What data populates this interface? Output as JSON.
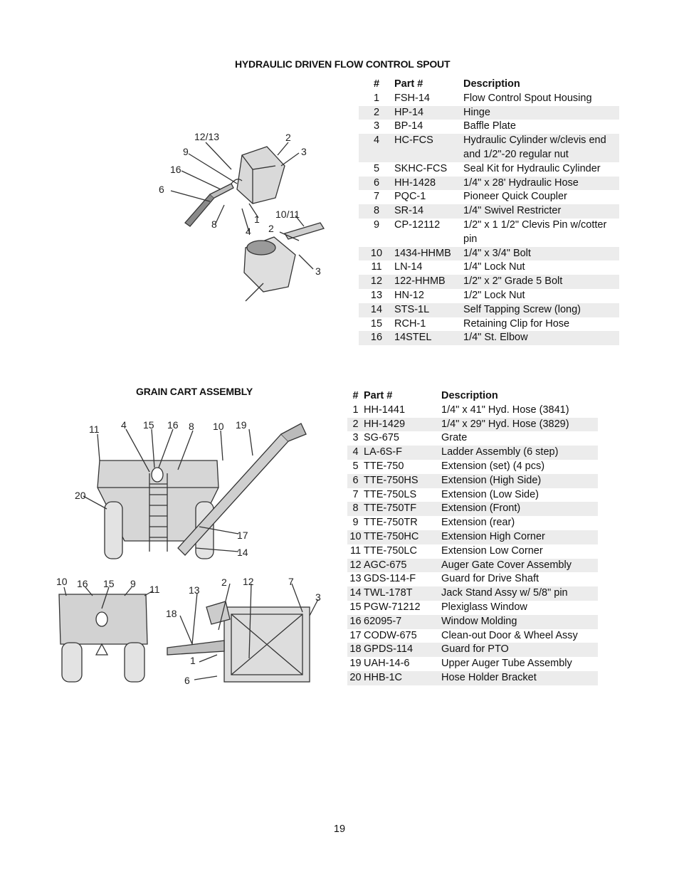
{
  "section1": {
    "title": "HYDRAULIC DRIVEN FLOW CONTROL SPOUT",
    "headers": {
      "num": "#",
      "part": "Part #",
      "desc": "Description"
    },
    "rows": [
      {
        "num": "1",
        "part": "FSH-14",
        "desc": "Flow Control Spout Housing"
      },
      {
        "num": "2",
        "part": "HP-14",
        "desc": "Hinge"
      },
      {
        "num": "3",
        "part": "BP-14",
        "desc": "Baffle Plate"
      },
      {
        "num": "4",
        "part": "HC-FCS",
        "desc": "Hydraulic Cylinder w/clevis end and 1/2\"-20 regular nut"
      },
      {
        "num": "5",
        "part": "SKHC-FCS",
        "desc": "Seal Kit for Hydraulic Cylinder"
      },
      {
        "num": "6",
        "part": "HH-1428",
        "desc": "1/4\" x 28' Hydraulic Hose"
      },
      {
        "num": "7",
        "part": "PQC-1",
        "desc": "Pioneer Quick Coupler"
      },
      {
        "num": "8",
        "part": "SR-14",
        "desc": "1/4\" Swivel Restricter"
      },
      {
        "num": "9",
        "part": "CP-12112",
        "desc": "1/2\" x 1 1/2\" Clevis Pin w/cotter pin"
      },
      {
        "num": "10",
        "part": "1434-HHMB",
        "desc": "1/4\" x 3/4\" Bolt"
      },
      {
        "num": "11",
        "part": "LN-14",
        "desc": "1/4\" Lock Nut"
      },
      {
        "num": "12",
        "part": "122-HHMB",
        "desc": "1/2\" x 2\" Grade 5 Bolt"
      },
      {
        "num": "13",
        "part": "HN-12",
        "desc": "1/2\" Lock Nut"
      },
      {
        "num": "14",
        "part": "STS-1L",
        "desc": "Self Tapping Screw (long)"
      },
      {
        "num": "15",
        "part": "RCH-1",
        "desc": "Retaining Clip for Hose"
      },
      {
        "num": "16",
        "part": "14STEL",
        "desc": "1/4\" St. Elbow"
      }
    ],
    "callouts": [
      "12/13",
      "2",
      "9",
      "3",
      "16",
      "6",
      "8",
      "1",
      "4",
      "10/11",
      "2",
      "3"
    ]
  },
  "section2": {
    "title": "GRAIN CART ASSEMBLY",
    "headers": {
      "num": "#",
      "part": "Part #",
      "desc": "Description"
    },
    "rows": [
      {
        "num": "1",
        "part": "HH-1441",
        "desc": "1/4\" x 41\" Hyd. Hose (3841)"
      },
      {
        "num": "2",
        "part": "HH-1429",
        "desc": "1/4\" x 29\" Hyd. Hose (3829)"
      },
      {
        "num": "3",
        "part": "SG-675",
        "desc": "Grate"
      },
      {
        "num": "4",
        "part": "LA-6S-F",
        "desc": "Ladder Assembly (6 step)"
      },
      {
        "num": "5",
        "part": "TTE-750",
        "desc": "Extension (set) (4 pcs)"
      },
      {
        "num": "6",
        "part": "TTE-750HS",
        "desc": "Extension (High Side)"
      },
      {
        "num": "7",
        "part": "TTE-750LS",
        "desc": "Extension (Low Side)"
      },
      {
        "num": "8",
        "part": "TTE-750TF",
        "desc": "Extension (Front)"
      },
      {
        "num": "9",
        "part": "TTE-750TR",
        "desc": "Extension (rear)"
      },
      {
        "num": "10",
        "part": "TTE-750HC",
        "desc": "Extension High Corner"
      },
      {
        "num": "11",
        "part": "TTE-750LC",
        "desc": "Extension Low Corner"
      },
      {
        "num": "12",
        "part": "AGC-675",
        "desc": "Auger Gate Cover Assembly"
      },
      {
        "num": "13",
        "part": "GDS-114-F",
        "desc": "Guard for Drive Shaft"
      },
      {
        "num": "14",
        "part": "TWL-178T",
        "desc": "Jack Stand Assy w/ 5/8\" pin"
      },
      {
        "num": "15",
        "part": "PGW-71212",
        "desc": "Plexiglass Window"
      },
      {
        "num": "16",
        "part": "62095-7",
        "desc": "Window Molding"
      },
      {
        "num": "17",
        "part": "CODW-675",
        "desc": "Clean-out Door & Wheel Assy"
      },
      {
        "num": "18",
        "part": "GPDS-114",
        "desc": "Guard for PTO"
      },
      {
        "num": "19",
        "part": "UAH-14-6",
        "desc": "Upper Auger Tube Assembly"
      },
      {
        "num": "20",
        "part": "HHB-1C",
        "desc": "Hose Holder Bracket"
      }
    ],
    "callouts": [
      "11",
      "4",
      "15",
      "16",
      "8",
      "10",
      "19",
      "20",
      "17",
      "14",
      "10",
      "16",
      "15",
      "9",
      "11",
      "13",
      "2",
      "12",
      "7",
      "3",
      "18",
      "1",
      "6"
    ]
  },
  "page_number": "19"
}
